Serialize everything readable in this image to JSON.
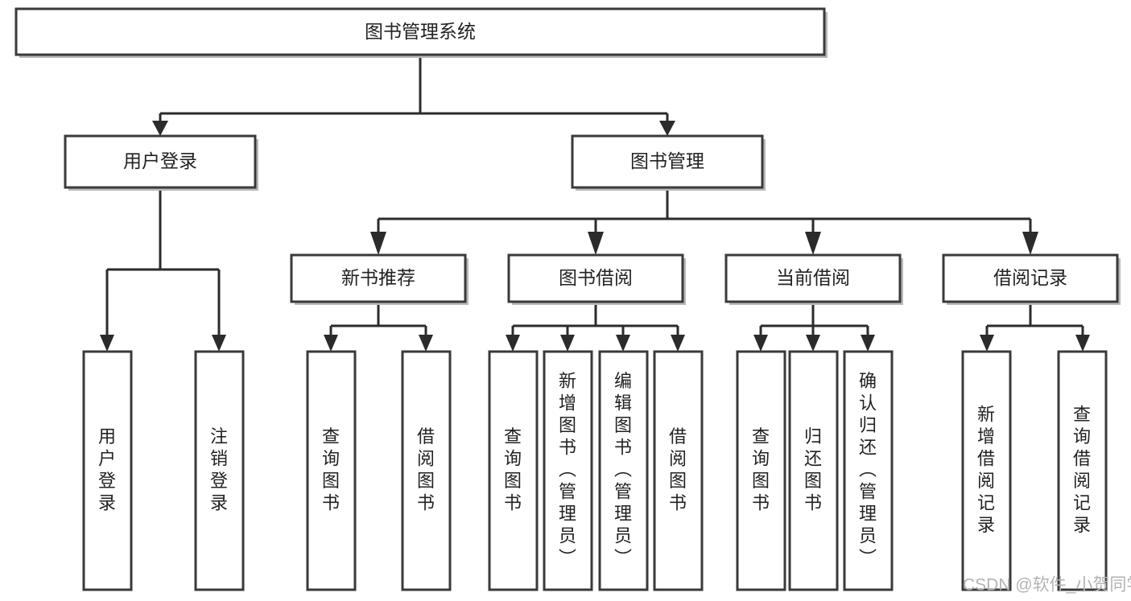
{
  "diagram": {
    "title": "图书管理系统",
    "type": "tree-hierarchy-chart",
    "background_color": "#ffffff",
    "box_stroke_color": "#3a3a3a",
    "connector_color": "#2b2b2b",
    "label_color": "#222222",
    "root": {
      "id": "root",
      "label": "图书管理系统"
    },
    "level2": [
      {
        "id": "user-login",
        "label": "用户登录"
      },
      {
        "id": "book-management",
        "label": "图书管理"
      }
    ],
    "level3": [
      {
        "id": "new-book-recommend",
        "label": "新书推荐",
        "parent": "book-management"
      },
      {
        "id": "book-borrow",
        "label": "图书借阅",
        "parent": "book-management"
      },
      {
        "id": "current-borrow",
        "label": "当前借阅",
        "parent": "book-management"
      },
      {
        "id": "borrow-record",
        "label": "借阅记录",
        "parent": "book-management"
      }
    ],
    "leaves": [
      {
        "id": "leaf-user-login",
        "label": "用户登录",
        "parent": "user-login"
      },
      {
        "id": "leaf-user-logout",
        "label": "注销登录",
        "parent": "user-login"
      },
      {
        "id": "leaf-query-book-1",
        "label": "查询图书",
        "parent": "new-book-recommend"
      },
      {
        "id": "leaf-borrow-book-1",
        "label": "借阅图书",
        "parent": "new-book-recommend"
      },
      {
        "id": "leaf-query-book-2",
        "label": "查询图书",
        "parent": "book-borrow"
      },
      {
        "id": "leaf-add-book",
        "label": "新增图书（管理员）",
        "parent": "book-borrow"
      },
      {
        "id": "leaf-edit-book",
        "label": "编辑图书（管理员）",
        "parent": "book-borrow"
      },
      {
        "id": "leaf-borrow-book-2",
        "label": "借阅图书",
        "parent": "book-borrow"
      },
      {
        "id": "leaf-query-book-3",
        "label": "查询图书",
        "parent": "current-borrow"
      },
      {
        "id": "leaf-return-book",
        "label": "归还图书",
        "parent": "current-borrow"
      },
      {
        "id": "leaf-confirm-return",
        "label": "确认归还（管理员）",
        "parent": "current-borrow"
      },
      {
        "id": "leaf-add-record",
        "label": "新增借阅记录",
        "parent": "borrow-record"
      },
      {
        "id": "leaf-query-record",
        "label": "查询借阅记录",
        "parent": "borrow-record"
      }
    ]
  },
  "watermark": {
    "text": "CSDN @软件_小贺同学",
    "color": "#b3b3b3"
  }
}
